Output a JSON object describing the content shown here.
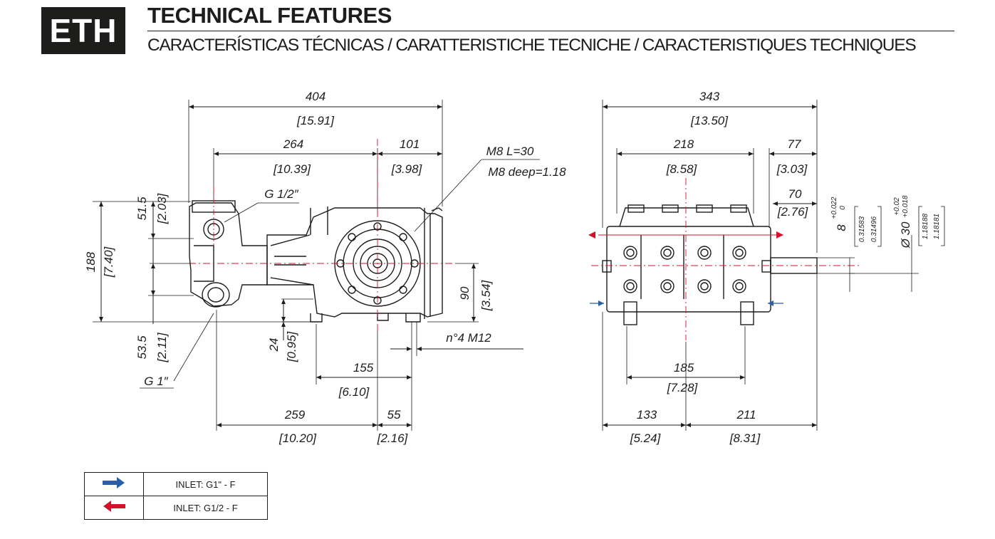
{
  "header": {
    "badge": "ETH",
    "title": "TECHNICAL FEATURES",
    "subtitle": "CARACTERÍSTICAS TÉCNICAS / CARATTERISTICHE TECNICHE / CARACTERISTIQUES TECHNIQUES"
  },
  "side_view": {
    "overall_length": "404",
    "overall_length_in": "[15.91]",
    "d264": "264",
    "d264_in": "[10.39]",
    "d101": "101",
    "d101_in": "[3.98]",
    "thread_note_1": "M8 L=30",
    "thread_note_2": "M8 deep=1.18",
    "inlet_small": "G 1/2″",
    "d51": "51.5",
    "d51_in": "[2.03]",
    "height": "188",
    "height_in": "[7.40]",
    "d90": "90",
    "d90_in": "[3.54]",
    "d53": "53.5",
    "d53_in": "[2.11]",
    "d24": "24",
    "d24_in": "[0.95]",
    "mount_note": "n°4 M12",
    "inlet_large": "G 1″",
    "d155": "155",
    "d155_in": "[6.10]",
    "d259": "259",
    "d259_in": "[10.20]",
    "d55": "55",
    "d55_in": "[2.16]"
  },
  "front_view": {
    "overall_width": "343",
    "overall_width_in": "[13.50]",
    "d218": "218",
    "d218_in": "[8.58]",
    "d77": "77",
    "d77_in": "[3.03]",
    "d70": "70",
    "d70_in": "[2.76]",
    "key_width": "8",
    "key_tol_upper": "+0.022",
    "key_tol_lower": "0",
    "key_in_1": "0.31583",
    "key_in_2": "0.31496",
    "shaft_dia": "Ø 30",
    "shaft_tol_upper": "+0.02",
    "shaft_tol_lower": "+0.018",
    "shaft_in_1": "1.18188",
    "shaft_in_2": "1.18181",
    "d185": "185",
    "d185_in": "[7.28]",
    "d133": "133",
    "d133_in": "[5.24]",
    "d211": "211",
    "d211_in": "[8.31]"
  },
  "legend": {
    "rows": [
      {
        "label": "INLET: G1\" - F",
        "color": "#2a5ea8"
      },
      {
        "label": "INLET: G1/2 - F",
        "color": "#d4102a"
      }
    ]
  }
}
